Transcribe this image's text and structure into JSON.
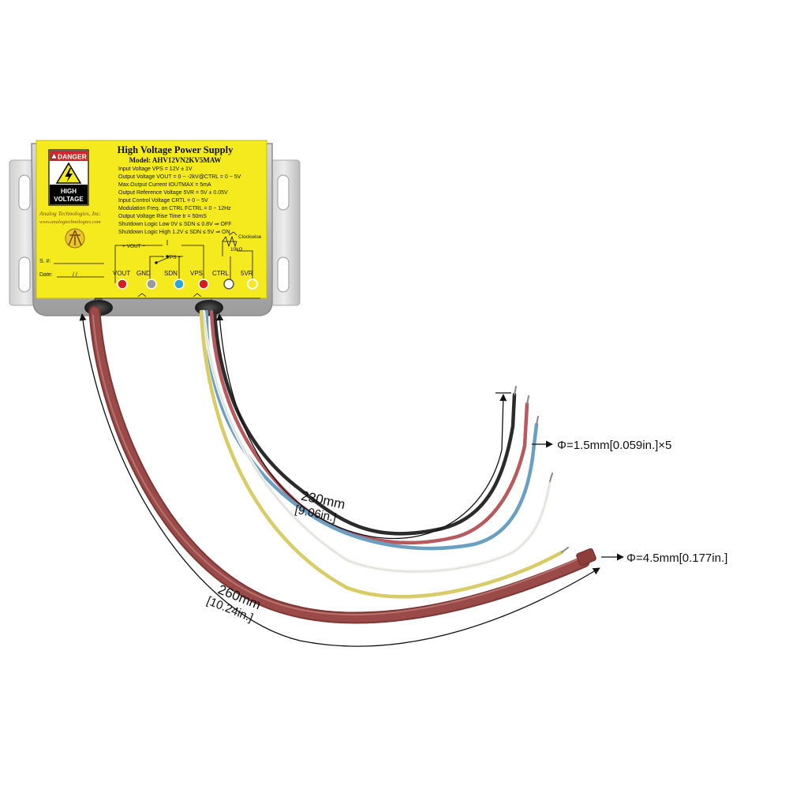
{
  "label": {
    "title": "High Voltage Power Supply",
    "model": "Model: AHV12VN2KV5MAW",
    "danger": "DANGER",
    "high": "HIGH",
    "voltage": "VOLTAGE",
    "brand": "Analog Technologies, Inc.",
    "website": "www.analogtechnologies.com",
    "sn": "S. #:",
    "date": "Date:",
    "date_slashes": "/      /",
    "specs": [
      "Input Voltage VPS = 12V ± 1V",
      "Output Voltage VOUT = 0 ~ -2kV@CTRL = 0 ~ 5V",
      "Max.Output Current IOUTMAX = 5mA",
      "Output Reference Voltage 5VR = 5V ± 0.05V",
      "Input Control Voltage CRTL = 0 ~ 5V",
      "Modulation Freq. on CTRL FCTRL = 0 ~ 12Hz",
      "Output Voltage Rise Time tr = 50mS",
      "Shutdown Logic Low 0V ≤ SDN ≤ 0.8V ⇒ OFF",
      "Shutdown Logic High 1.2V ≤ SDN ≤ 5V ⇒ ON"
    ],
    "circuit": {
      "vout_bar": "+ VOUT −",
      "vps_bar": "−  VPS +",
      "clockwise": "Clockwise",
      "pot": "10kΩ"
    },
    "pins": [
      "VOUT",
      "GND",
      "SDN",
      "VPS",
      "CTRL",
      "5VR"
    ]
  },
  "dimensions": {
    "thin_length": "230mm",
    "thin_length_in": "[9.06in.]",
    "thick_length": "260mm",
    "thick_length_in": "[10.24in.]",
    "thin_diameter": "Φ=1.5mm[0.059in.]×5",
    "thick_diameter": "Φ=4.5mm[0.177in.]"
  },
  "colors": {
    "label_yellow": "#f4ea1e",
    "thick_wire": "#9a4a48",
    "wire_red": "#b65a5e",
    "wire_blue": "#6a9fc4",
    "wire_black": "#2b2b2b",
    "wire_white": "#f2f2ee",
    "wire_yellow": "#d8cc66",
    "pin_red": "#d21e1e",
    "pin_gray": "#9a9a9a",
    "pin_cyan": "#26a7d8"
  },
  "icons": [
    "lightning-warning-icon",
    "company-logo-icon"
  ]
}
